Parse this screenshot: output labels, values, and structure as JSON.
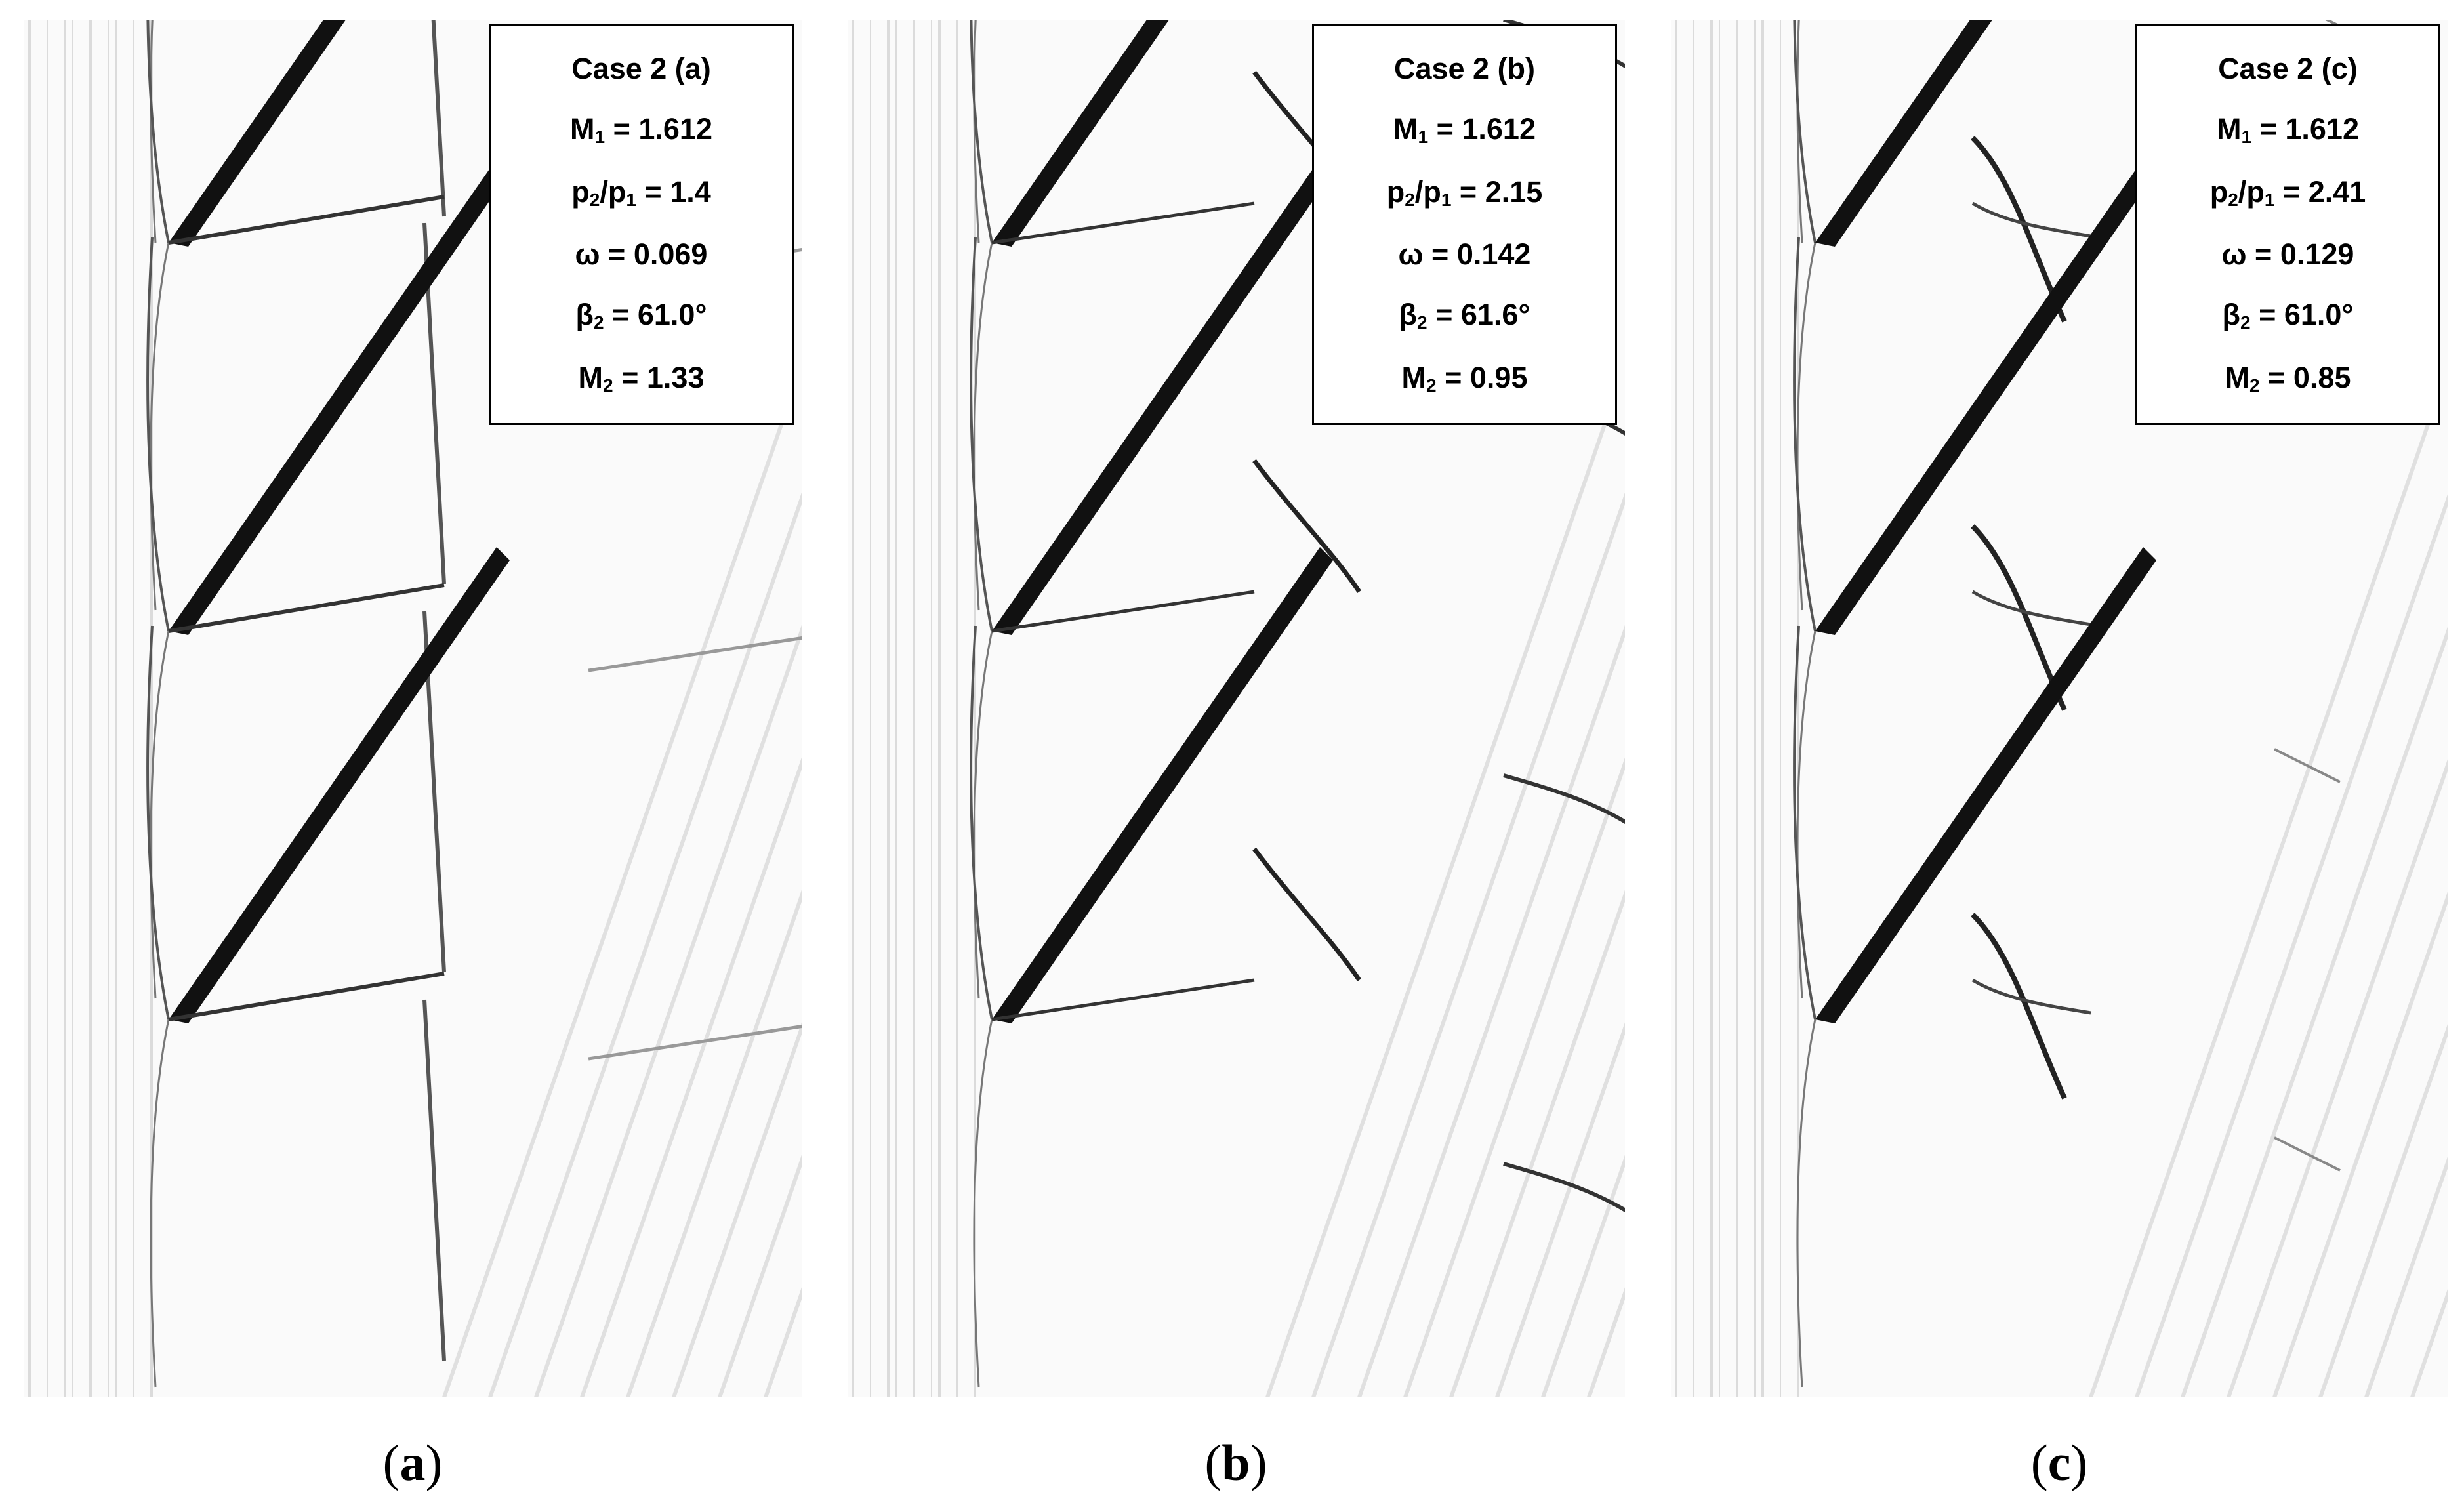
{
  "panels": [
    {
      "id": "a",
      "title": "Case 2 (a)",
      "M1": "1.612",
      "pressure_ratio": "1.4",
      "omega": "0.069",
      "beta2": "61.0°",
      "M2": "1.33",
      "caption_letter": "a"
    },
    {
      "id": "b",
      "title": "Case 2 (b)",
      "M1": "1.612",
      "pressure_ratio": "2.15",
      "omega": "0.142",
      "beta2": "61.6°",
      "M2": "0.95",
      "caption_letter": "b"
    },
    {
      "id": "c",
      "title": "Case 2 (c)",
      "M1": "1.612",
      "pressure_ratio": "2.41",
      "omega": "0.129",
      "beta2": "61.0°",
      "M2": "0.85",
      "caption_letter": "c"
    }
  ],
  "labels": {
    "M": "M",
    "p": "p",
    "slash": "/",
    "omega_symbol": "ω",
    "beta_symbol": "β",
    "equals": " = ",
    "sub1": "1",
    "sub2": "2",
    "open_paren": "(",
    "close_paren": ")"
  }
}
